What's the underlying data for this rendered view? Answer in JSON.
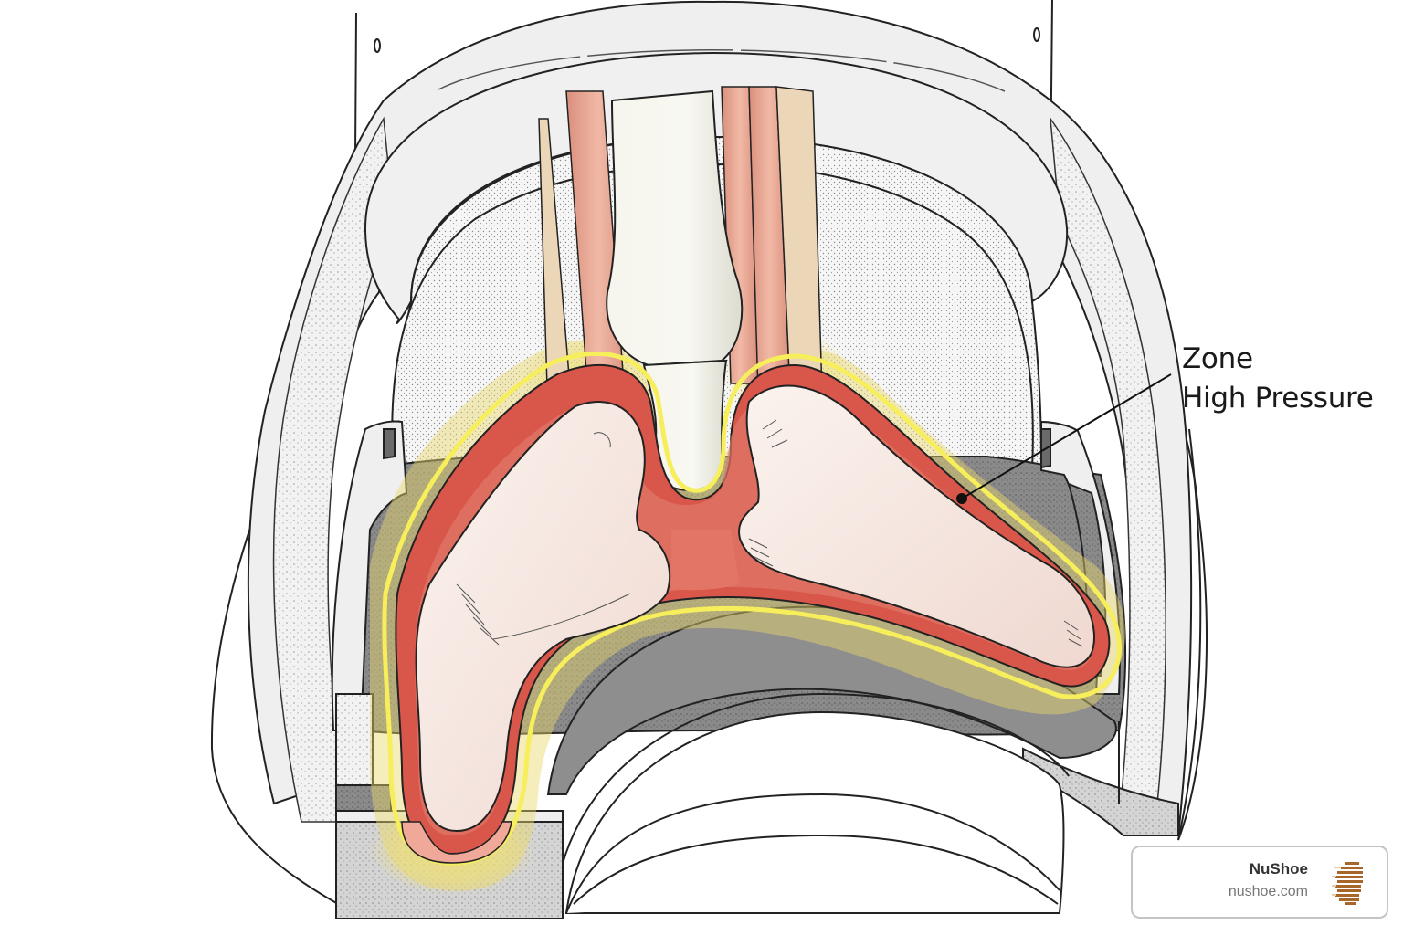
{
  "diagram": {
    "subject": "Cross-section of foot inside shoe showing high pressure zone",
    "annotation": {
      "line1": "Zone",
      "line2": "High Pressure",
      "marker": "dot-pointer"
    },
    "regions": [
      {
        "name": "shoe-outer-shell",
        "color": "#f0f0f0"
      },
      {
        "name": "shoe-padding-stipple",
        "color": "#e6e6e6"
      },
      {
        "name": "midsole-dark",
        "color": "#7a7a7a"
      },
      {
        "name": "bone",
        "color": "#f7ece6"
      },
      {
        "name": "soft-tissue-red",
        "color": "#d9594a"
      },
      {
        "name": "tendon",
        "color": "#e4a896"
      },
      {
        "name": "fat-pad",
        "color": "#ecd6b8"
      },
      {
        "name": "high-pressure-outline",
        "color": "#f5ec6a"
      },
      {
        "name": "high-pressure-glow",
        "color": "#e8d770"
      }
    ]
  },
  "brand": {
    "name": "NuShoe",
    "url": "nushoe.com",
    "logo_icon": "foot-stripes-logo",
    "logo_color": "#a8672a"
  }
}
